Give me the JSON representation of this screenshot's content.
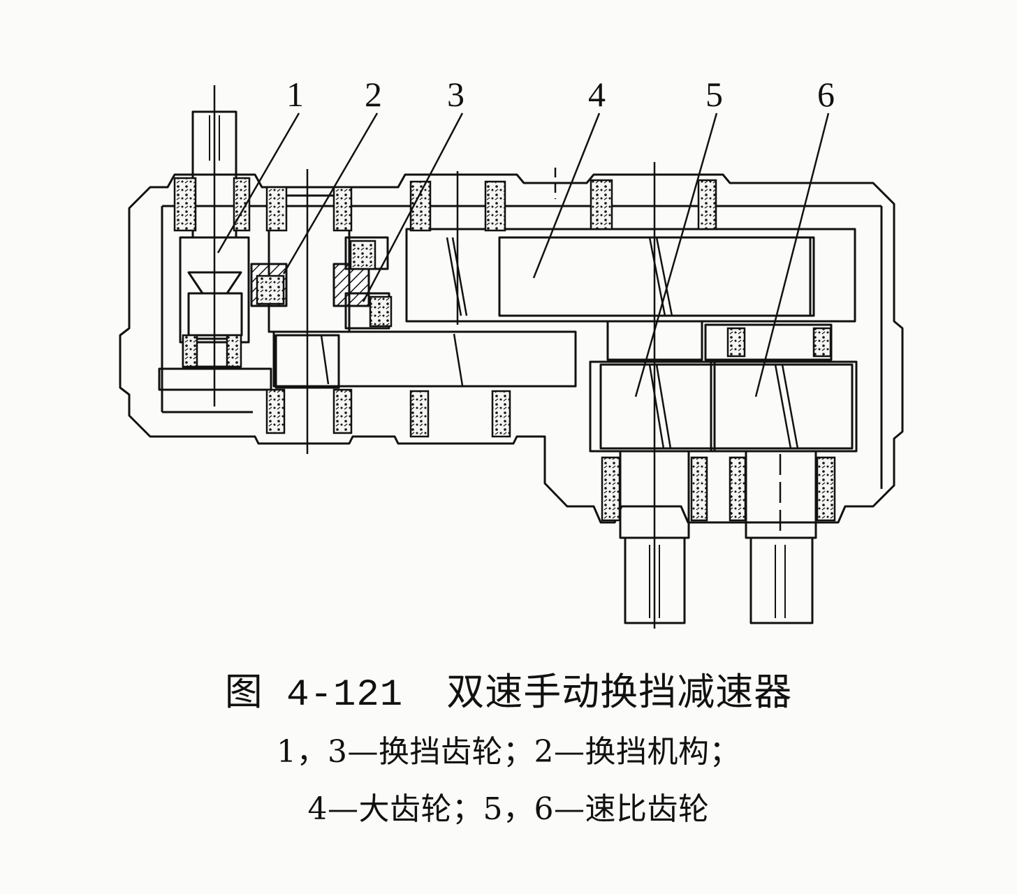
{
  "callouts": [
    "1",
    "2",
    "3",
    "4",
    "5",
    "6"
  ],
  "caption": {
    "figure_number": "图 4-121",
    "title": "双速手动换挡减速器",
    "legend_line1": "1，3—换挡齿轮；2—换挡机构；",
    "legend_line2": "4—大齿轮；5，6—速比齿轮"
  }
}
